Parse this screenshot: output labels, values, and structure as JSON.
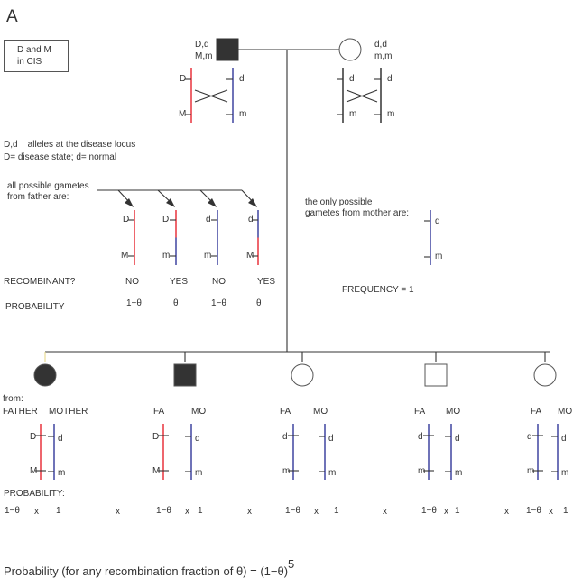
{
  "panel_label": "A",
  "legend_box": {
    "line1": "D and M",
    "line2": "in CIS"
  },
  "colors": {
    "red": "#e8323c",
    "blue": "#3f44a0",
    "black": "#333333",
    "affected": "#333333"
  },
  "father": {
    "sex": "male",
    "affected": true,
    "genotype_line1": "D,d",
    "genotype_line2": "M,m",
    "chrom1": {
      "top": "D",
      "bottom": "M"
    },
    "chrom2": {
      "top": "d",
      "bottom": "m"
    }
  },
  "mother": {
    "sex": "female",
    "affected": false,
    "genotype_line1": "d,d",
    "genotype_line2": "m,m",
    "chrom1": {
      "top": "d",
      "bottom": "m"
    },
    "chrom2": {
      "top": "d",
      "bottom": "m"
    }
  },
  "definitions": {
    "line1": "D,d    alleles at the disease locus",
    "line2": "D= disease state;  d= normal"
  },
  "father_gametes_label": {
    "line1": "all possible gametes",
    "line2": "from father are:"
  },
  "father_gametes": [
    {
      "top": "D",
      "bottom": "M",
      "recombinant": "NO",
      "probability": "1−θ"
    },
    {
      "top": "D",
      "bottom": "m",
      "recombinant": "YES",
      "probability": "θ"
    },
    {
      "top": "d",
      "bottom": "m",
      "recombinant": "NO",
      "probability": "1−θ"
    },
    {
      "top": "d",
      "bottom": "M",
      "recombinant": "YES",
      "probability": "θ"
    }
  ],
  "row_labels": {
    "recombinant": "RECOMBINANT?",
    "probability": "PROBABILITY"
  },
  "mother_gametes_label": {
    "line1": "the only possible",
    "line2": "gametes from mother are:"
  },
  "mother_gamete": {
    "top": "d",
    "bottom": "m"
  },
  "frequency": "FREQUENCY = 1",
  "children_from_label": "from:",
  "children": [
    {
      "sex": "female",
      "affected": true,
      "fa_label": "FATHER",
      "mo_label": "MOTHER",
      "fa": {
        "top": "D",
        "bottom": "M"
      },
      "mo": {
        "top": "d",
        "bottom": "m"
      },
      "p_fa": "1−θ",
      "times": "x",
      "p_mo": "1"
    },
    {
      "sex": "male",
      "affected": true,
      "fa_label": "FA",
      "mo_label": "MO",
      "fa": {
        "top": "D",
        "bottom": "M"
      },
      "mo": {
        "top": "d",
        "bottom": "m"
      },
      "p_fa": "1−θ",
      "times": "x",
      "p_mo": "1"
    },
    {
      "sex": "female",
      "affected": false,
      "fa_label": "FA",
      "mo_label": "MO",
      "fa": {
        "top": "d",
        "bottom": "m"
      },
      "mo": {
        "top": "d",
        "bottom": "m"
      },
      "p_fa": "1−θ",
      "times": "x",
      "p_mo": "1"
    },
    {
      "sex": "male",
      "affected": false,
      "fa_label": "FA",
      "mo_label": "MO",
      "fa": {
        "top": "d",
        "bottom": "m"
      },
      "mo": {
        "top": "d",
        "bottom": "m"
      },
      "p_fa": "1−θ",
      "times": "x",
      "p_mo": "1"
    },
    {
      "sex": "female",
      "affected": false,
      "fa_label": "FA",
      "mo_label": "MO",
      "fa": {
        "top": "d",
        "bottom": "m"
      },
      "mo": {
        "top": "d",
        "bottom": "m"
      },
      "p_fa": "1−θ",
      "times": "x",
      "p_mo": "1"
    }
  ],
  "between_times": "x",
  "children_probability_label": "PROBABILITY:",
  "final": {
    "text": "Probability (for any recombination fraction of θ)  =  (1−θ)",
    "exponent": "5"
  }
}
